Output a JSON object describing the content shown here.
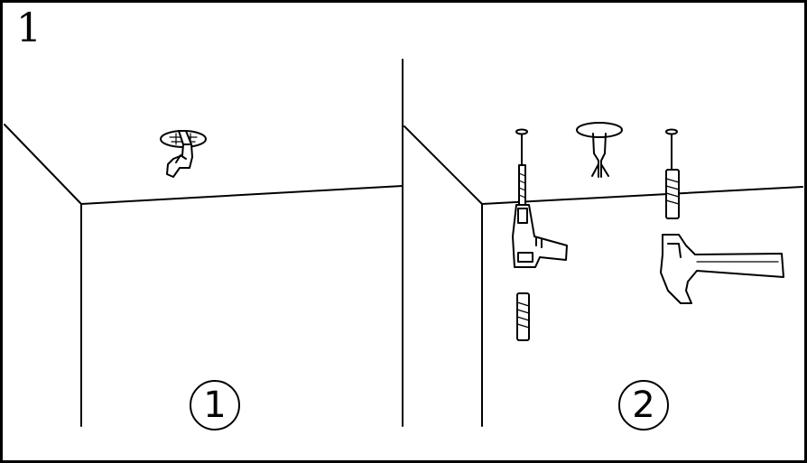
{
  "step": {
    "number": "1"
  },
  "panels": [
    {
      "label": "1"
    },
    {
      "label": "2"
    }
  ],
  "icons": {
    "panel1": [
      "ceiling-wire-box-icon",
      "wire-cutter-icon"
    ],
    "panel2": [
      "drill-icon",
      "screw-icon",
      "wall-anchor-icon",
      "ceiling-wire-box-icon",
      "hammer-icon"
    ]
  },
  "colors": {
    "ink": "#000000",
    "paper": "#ffffff"
  }
}
